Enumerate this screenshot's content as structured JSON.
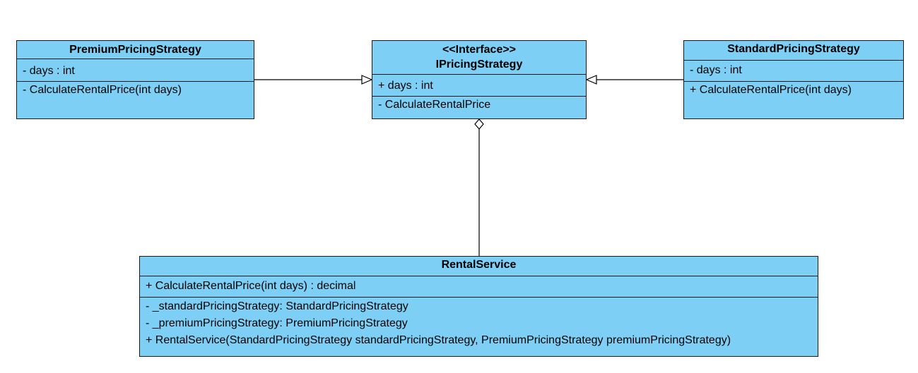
{
  "colors": {
    "class_fill": "#7ecff5",
    "class_border": "#1a1a1a",
    "line": "#000000"
  },
  "classes": {
    "premium": {
      "name": "PremiumPricingStrategy",
      "attributes": [
        "- days : int"
      ],
      "operations": [
        "- CalculateRentalPrice(int days)"
      ]
    },
    "interface": {
      "stereotype": "<<Interface>>",
      "name": "IPricingStrategy",
      "attributes": [
        "+ days : int"
      ],
      "operations": [
        "- CalculateRentalPrice"
      ]
    },
    "standard": {
      "name": "StandardPricingStrategy",
      "attributes": [
        "- days : int"
      ],
      "operations": [
        "+ CalculateRentalPrice(int days)"
      ]
    },
    "rental": {
      "name": "RentalService",
      "section1": [
        "+ CalculateRentalPrice(int days) : decimal"
      ],
      "section2": [
        "- _standardPricingStrategy: StandardPricingStrategy",
        "- _premiumPricingStrategy: PremiumPricingStrategy",
        "+ RentalService(StandardPricingStrategy standardPricingStrategy, PremiumPricingStrategy premiumPricingStrategy)"
      ]
    }
  },
  "relationships": [
    {
      "type": "realization",
      "from": "PremiumPricingStrategy",
      "to": "IPricingStrategy"
    },
    {
      "type": "realization",
      "from": "StandardPricingStrategy",
      "to": "IPricingStrategy"
    },
    {
      "type": "aggregation",
      "from": "RentalService",
      "to": "IPricingStrategy"
    }
  ]
}
